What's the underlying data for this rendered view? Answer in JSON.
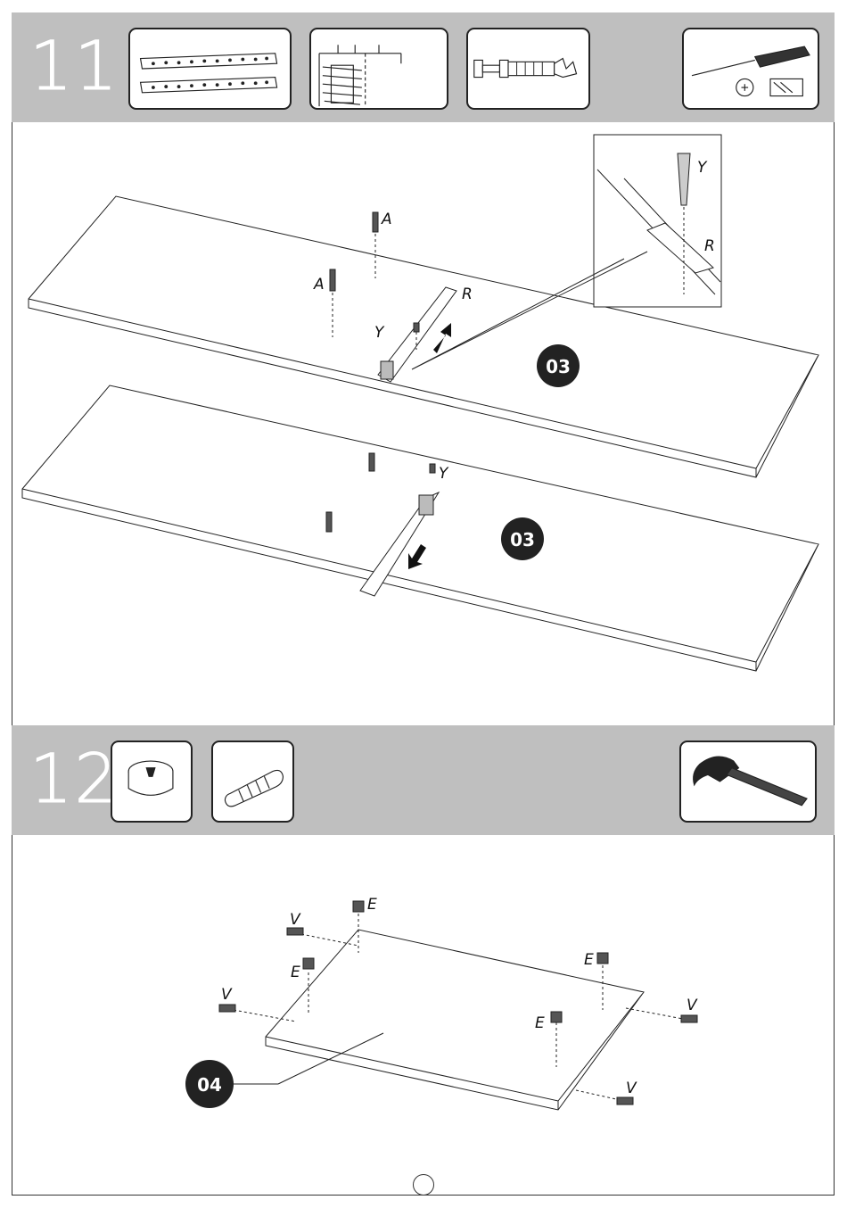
{
  "step11": {
    "number": "11",
    "parts": {
      "rail": "R",
      "screw_y": "Y",
      "pin_a": "A",
      "panel": "03"
    }
  },
  "step12": {
    "number": "12",
    "parts": {
      "cam": "E",
      "dowel": "V",
      "panel": "04"
    }
  },
  "icons": [
    "drawer-rail-icon",
    "screw-icon",
    "cam-bolt-icon",
    "screwdriver-icon",
    "cam-lock-icon",
    "dowel-icon",
    "hammer-icon"
  ]
}
